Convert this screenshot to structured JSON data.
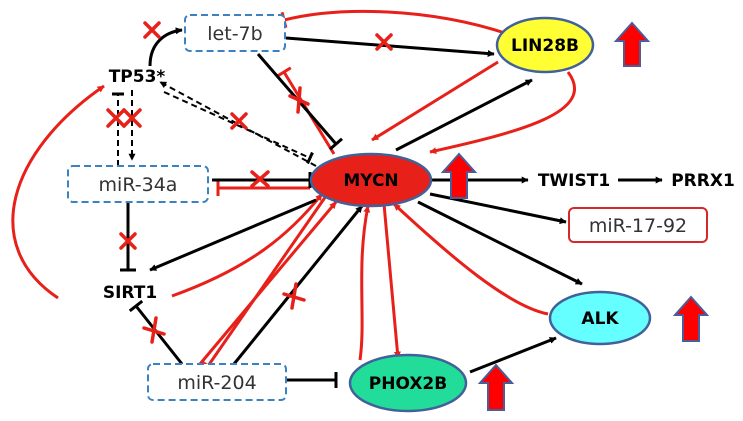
{
  "nodes": {
    "let7b": "let-7b",
    "lin28b": "LIN28B",
    "tp53": "TP53*",
    "mir34a": "miR-34a",
    "mycn": "MYCN",
    "twist1": "TWIST1",
    "prrx1": "PRRX1",
    "mir1792": "miR-17-92",
    "sirt1": "SIRT1",
    "alk": "ALK",
    "mir204": "miR-204",
    "phox2b": "PHOX2B"
  },
  "colors": {
    "red": "#e8201a",
    "black": "#000000",
    "mycn_fill": "#e8201a",
    "lin28b_fill": "#ffff33",
    "alk_fill": "#66ffff",
    "phox2b_fill": "#22dd99",
    "ellipse_stroke": "#41619a",
    "mirna_box_stroke": "#3b82c4",
    "mir1792_box_stroke": "#d42a2a",
    "up_arrow_fill": "#ff0000",
    "up_arrow_stroke": "#4a5d9a"
  },
  "icons": {
    "upregulation": "up-arrow-icon",
    "blocked": "red-x-icon"
  }
}
